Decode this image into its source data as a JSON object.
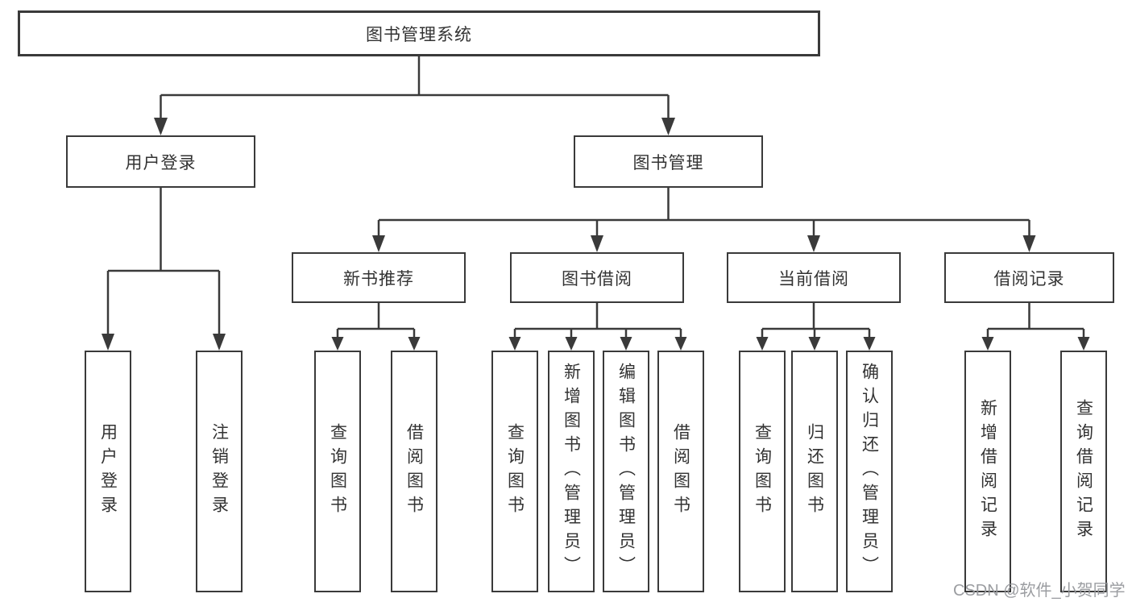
{
  "diagram": {
    "root": {
      "label": "图书管理系统"
    },
    "branches": [
      {
        "label": "用户登录",
        "children": [
          {
            "label": "用户登录"
          },
          {
            "label": "注销登录"
          }
        ]
      },
      {
        "label": "图书管理",
        "children": [
          {
            "label": "新书推荐",
            "children": [
              {
                "label": "查询图书"
              },
              {
                "label": "借阅图书"
              }
            ]
          },
          {
            "label": "图书借阅",
            "children": [
              {
                "label": "查询图书"
              },
              {
                "label": "新增图书（管理员）"
              },
              {
                "label": "编辑图书（管理员）"
              },
              {
                "label": "借阅图书"
              }
            ]
          },
          {
            "label": "当前借阅",
            "children": [
              {
                "label": "查询图书"
              },
              {
                "label": "归还图书"
              },
              {
                "label": "确认归还（管理员）"
              }
            ]
          },
          {
            "label": "借阅记录",
            "children": [
              {
                "label": "新增借阅记录"
              },
              {
                "label": "查询借阅记录"
              }
            ]
          }
        ]
      }
    ],
    "colors": {
      "line": "#3a3a3a",
      "text": "#333333",
      "background": "#ffffff"
    }
  },
  "watermark": {
    "text": "CSDN @软件_小贺同学"
  }
}
